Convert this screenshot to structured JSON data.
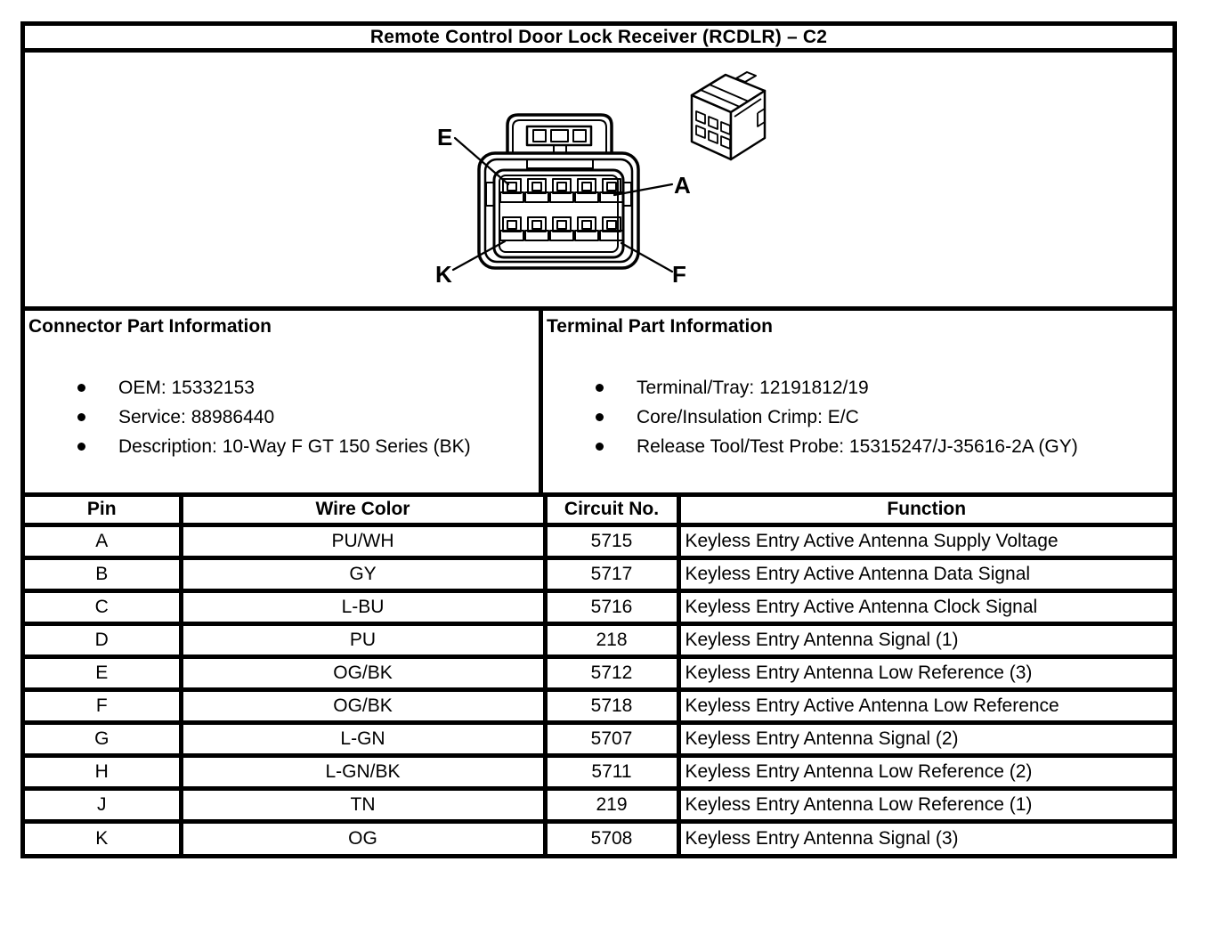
{
  "title": "Remote Control Door Lock Receiver (RCDLR) – C2",
  "diagram": {
    "labels": {
      "top_left": "E",
      "top_right": "A",
      "bottom_left": "K",
      "bottom_right": "F"
    }
  },
  "connector_info": {
    "heading": "Connector Part Information",
    "items": [
      "OEM: 15332153",
      "Service: 88986440",
      "Description: 10-Way F GT 150 Series (BK)"
    ]
  },
  "terminal_info": {
    "heading": "Terminal Part Information",
    "items": [
      "Terminal/Tray: 12191812/19",
      "Core/Insulation Crimp: E/C",
      "Release Tool/Test Probe: 15315247/J-35616-2A (GY)"
    ]
  },
  "table": {
    "headers": [
      "Pin",
      "Wire Color",
      "Circuit No.",
      "Function"
    ],
    "rows": [
      [
        "A",
        "PU/WH",
        "5715",
        "Keyless Entry Active Antenna Supply Voltage"
      ],
      [
        "B",
        "GY",
        "5717",
        "Keyless Entry Active Antenna Data Signal"
      ],
      [
        "C",
        "L-BU",
        "5716",
        "Keyless Entry Active Antenna Clock Signal"
      ],
      [
        "D",
        "PU",
        "218",
        "Keyless Entry Antenna Signal (1)"
      ],
      [
        "E",
        "OG/BK",
        "5712",
        "Keyless Entry Antenna Low Reference (3)"
      ],
      [
        "F",
        "OG/BK",
        "5718",
        "Keyless Entry Active Antenna Low Reference"
      ],
      [
        "G",
        "L-GN",
        "5707",
        "Keyless Entry Antenna Signal (2)"
      ],
      [
        "H",
        "L-GN/BK",
        "5711",
        "Keyless Entry Antenna Low Reference (2)"
      ],
      [
        "J",
        "TN",
        "219",
        "Keyless Entry Antenna Low Reference (1)"
      ],
      [
        "K",
        "OG",
        "5708",
        "Keyless Entry Antenna Signal (3)"
      ]
    ]
  },
  "colors": {
    "line": "#000000",
    "background": "#ffffff"
  }
}
